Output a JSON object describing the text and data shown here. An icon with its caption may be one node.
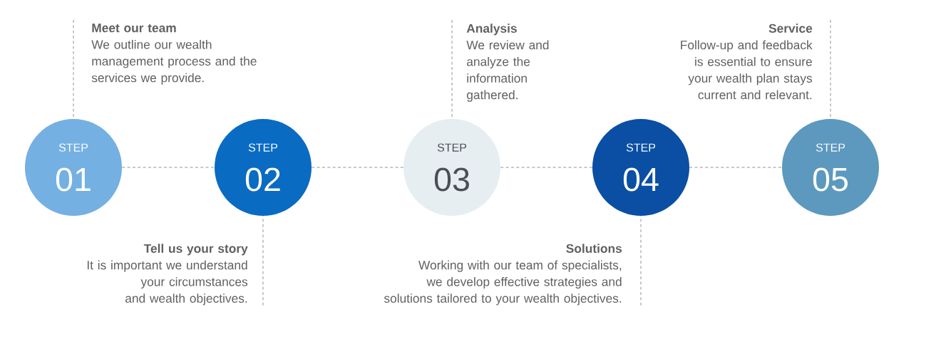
{
  "diagram": {
    "nodes": [
      {
        "text": [
          "Meet our team",
          "We outline our wealth management process and the services we provide."
        ]
      },
      {
        "text": [
          "Analysis",
          "We review and analyze the information gathered."
        ]
      },
      {
        "text": [
          "Service",
          "Follow-up and feedback is essential to ensure your wealth plan stays current and relevant."
        ]
      },
      {
        "text": [
          "STEP",
          "01"
        ]
      },
      {
        "text": [
          "STEP",
          "02"
        ]
      },
      {
        "text": [
          "STEP",
          "03"
        ]
      },
      {
        "text": [
          "STEP",
          "04"
        ]
      },
      {
        "text": [
          "STEP",
          "05"
        ]
      },
      {
        "text": [
          "Tell us your story",
          "It is important we understand your circumstances and wealth objectives."
        ]
      },
      {
        "text": [
          "Solutions",
          "Working with our team of specialists, we develop effective strategies and solutions tailored to your wealth objectives."
        ]
      }
    ],
    "edges": [
      {
        "from": 3,
        "to": 4,
        "arrow": "none",
        "style": "dashed"
      },
      {
        "from": 4,
        "to": 5,
        "arrow": "none",
        "style": "dashed"
      },
      {
        "from": 5,
        "to": 6,
        "arrow": "none",
        "style": "dashed"
      },
      {
        "from": 6,
        "to": 7,
        "arrow": "none",
        "style": "dashed"
      },
      {
        "from": 0,
        "to": 3,
        "arrow": "none",
        "style": "dashed"
      },
      {
        "from": 1,
        "to": 5,
        "arrow": "none",
        "style": "dashed"
      },
      {
        "from": 2,
        "to": 7,
        "arrow": "none",
        "style": "dashed"
      },
      {
        "from": 8,
        "to": 4,
        "arrow": "none",
        "style": "dashed"
      },
      {
        "from": 9,
        "to": 6,
        "arrow": "none",
        "style": "dashed"
      }
    ]
  }
}
